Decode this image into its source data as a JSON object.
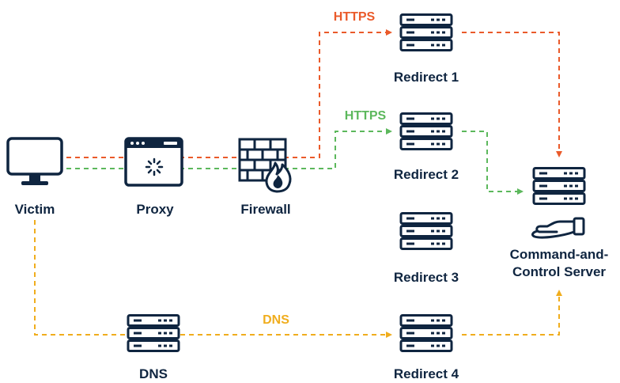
{
  "nodes": {
    "victim": "Victim",
    "proxy": "Proxy",
    "firewall": "Firewall",
    "dns": "DNS",
    "redirect1": "Redirect 1",
    "redirect2": "Redirect 2",
    "redirect3": "Redirect 3",
    "redirect4": "Redirect 4",
    "c2_line1": "Command-and-",
    "c2_line2": "Control Server"
  },
  "paths": {
    "https_top": "HTTPS",
    "https_mid": "HTTPS",
    "dns": "DNS"
  },
  "colors": {
    "icon": "#0f2540",
    "https_top": "#ea5a2a",
    "https_mid": "#5cb85c",
    "dns": "#f0ad1d"
  }
}
